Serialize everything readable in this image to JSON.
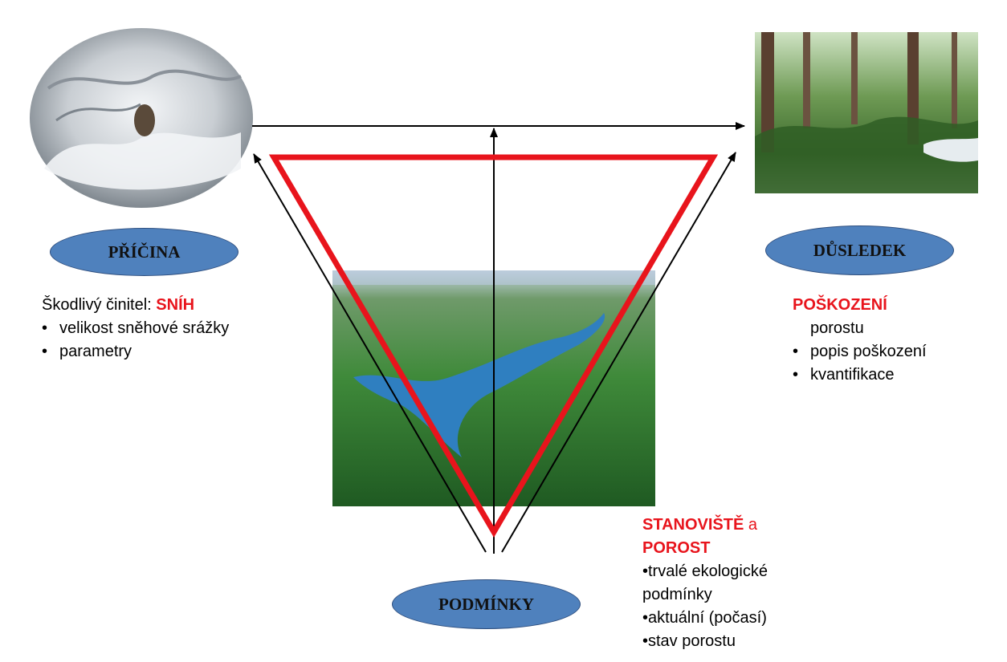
{
  "cause": {
    "label": "PŘÍČINA",
    "agent_prefix": "Škodlivý činitel: ",
    "agent_value": "SNÍH",
    "bullets": [
      "velikost sněhové srážky",
      "parametry"
    ]
  },
  "consequence": {
    "label": "DŮSLEDEK",
    "title": "POŠKOZENÍ",
    "subtitle": "porostu",
    "bullets": [
      "popis poškození",
      "kvantifikace"
    ]
  },
  "conditions": {
    "label": "PODMÍNKY",
    "title_part1": "STANOVIŠTĚ",
    "title_connector": " a",
    "title_part2": "POROST",
    "lines": [
      "•trvalé ekologické",
      "podmínky",
      "•aktuální (počasí)",
      "•stav porostu"
    ]
  },
  "colors": {
    "triangle": "#e8141c",
    "ellipse": "#4f81bd",
    "arrows": "#000000"
  }
}
